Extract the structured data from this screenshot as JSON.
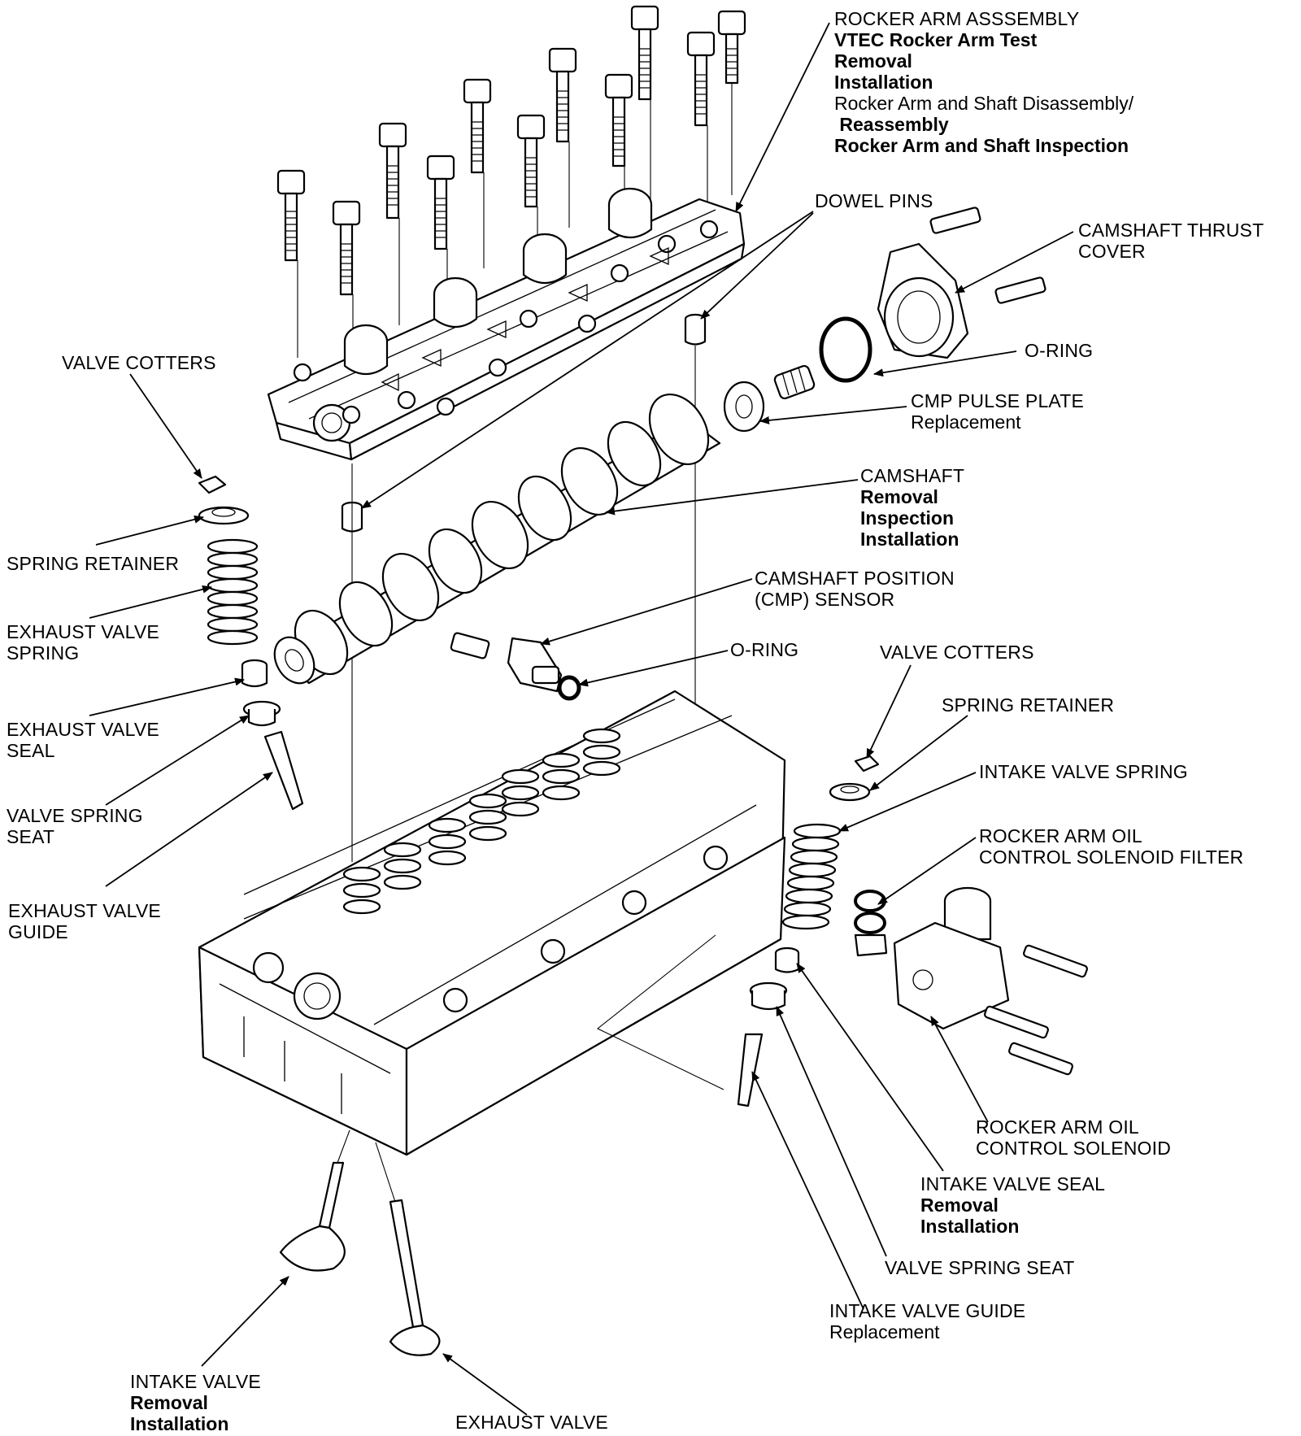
{
  "callouts": {
    "rocker_arm_assembly": [
      "ROCKER ARM ASSSEMBLY",
      "VTEC Rocker Arm Test",
      "Removal",
      "Installation",
      "Rocker Arm and Shaft Disassembly/",
      " Reassembly",
      "Rocker Arm and Shaft Inspection"
    ],
    "dowel_pins": [
      "DOWEL PINS"
    ],
    "camshaft_thrust_cover": [
      "CAMSHAFT THRUST",
      "COVER"
    ],
    "o_ring_top": [
      "O-RING"
    ],
    "cmp_pulse_plate": [
      "CMP PULSE PLATE",
      "Replacement"
    ],
    "camshaft": [
      "CAMSHAFT",
      "Removal",
      "Inspection",
      "Installation"
    ],
    "camshaft_position_sensor": [
      "CAMSHAFT POSITION",
      "(CMP) SENSOR"
    ],
    "o_ring_mid": [
      "O-RING"
    ],
    "valve_cotters_left": [
      "VALVE COTTERS"
    ],
    "spring_retainer_left": [
      "SPRING RETAINER"
    ],
    "exhaust_valve_spring": [
      "EXHAUST VALVE",
      "SPRING"
    ],
    "exhaust_valve_seal": [
      "EXHAUST VALVE",
      "SEAL"
    ],
    "valve_spring_seat_left": [
      "VALVE SPRING",
      "SEAT"
    ],
    "exhaust_valve_guide": [
      "EXHAUST VALVE",
      "GUIDE"
    ],
    "valve_cotters_right": [
      "VALVE COTTERS"
    ],
    "spring_retainer_right": [
      "SPRING RETAINER"
    ],
    "intake_valve_spring": [
      "INTAKE VALVE SPRING"
    ],
    "solenoid_filter": [
      "ROCKER ARM OIL",
      "CONTROL SOLENOID FILTER"
    ],
    "solenoid": [
      "ROCKER ARM OIL",
      "CONTROL SOLENOID"
    ],
    "intake_valve_seal": [
      "INTAKE VALVE SEAL",
      "Removal",
      "Installation"
    ],
    "valve_spring_seat_right": [
      "VALVE SPRING SEAT"
    ],
    "intake_valve_guide": [
      "INTAKE VALVE GUIDE",
      "Replacement"
    ],
    "intake_valve": [
      "INTAKE VALVE",
      "Removal",
      "Installation"
    ],
    "exhaust_valve": [
      "EXHAUST VALVE"
    ]
  }
}
